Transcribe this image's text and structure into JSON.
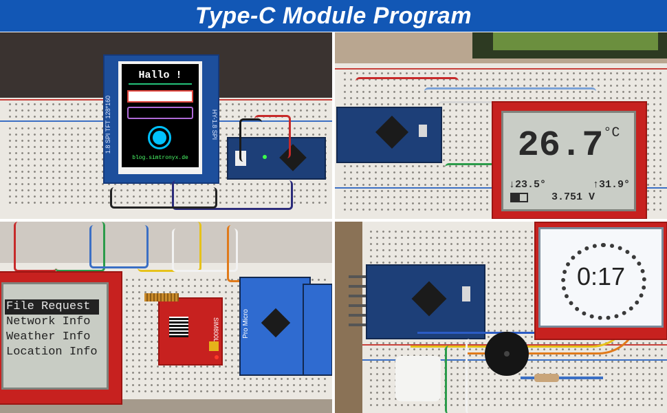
{
  "banner": {
    "title": "Type-C Module Program"
  },
  "panel1": {
    "tft_heading": "Hallo !",
    "tft_url": "blog.simtronyx.de",
    "pcb_label_left": "1.8 SPI TFT 128*160",
    "pcb_label_right": "HY-1.8 SPI"
  },
  "panel2": {
    "temperature": "26.7",
    "unit": "°C",
    "min_temp": "↓23.5°",
    "max_temp": "↑31.9°",
    "voltage": "3.751 V"
  },
  "panel3": {
    "menu_items": [
      "File Request",
      "Network Info",
      "Weather Info",
      "Location Info"
    ],
    "selected_item": "File Request",
    "module_label": "SIM800L",
    "board_label": "Pro Micro"
  },
  "panel4": {
    "timer": "0:17"
  },
  "colors": {
    "banner": "#1257b5",
    "tft_accent": "#00c2ff",
    "pcb_blue": "#1d4f9c",
    "pcb_red": "#c7211f"
  }
}
